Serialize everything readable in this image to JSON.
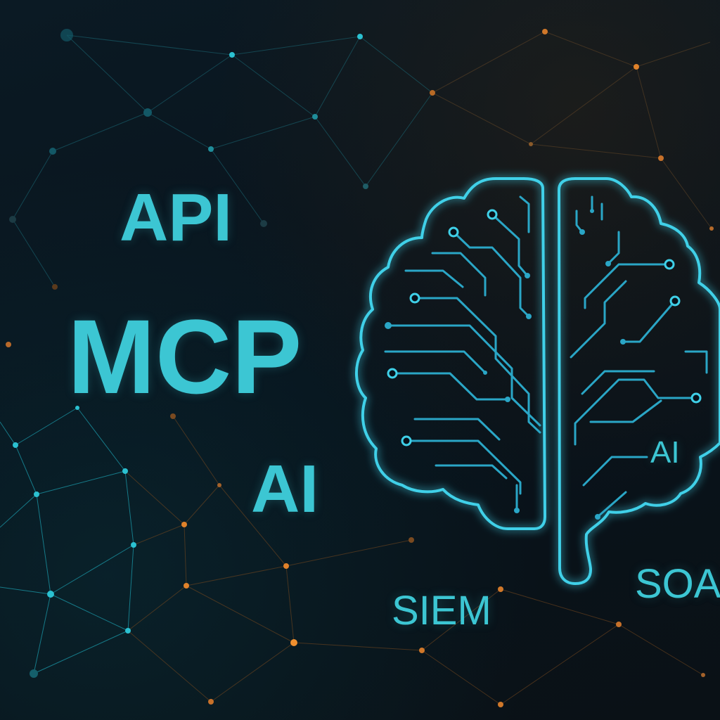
{
  "labels": {
    "api": "API",
    "mcp": "MCP",
    "ai": "AI",
    "siem": "SIEM",
    "soar": "SOA",
    "brain_ai": "AI"
  },
  "colors": {
    "background": "#07111a",
    "text_cyan": "#3cc6d3",
    "brain_stroke": "#3fd0e8",
    "circuit": "#2aa6c6",
    "network_cyan": "#1fb7c9",
    "network_orange": "#e0822a"
  },
  "icons": {
    "brain": "brain-circuit-icon"
  }
}
